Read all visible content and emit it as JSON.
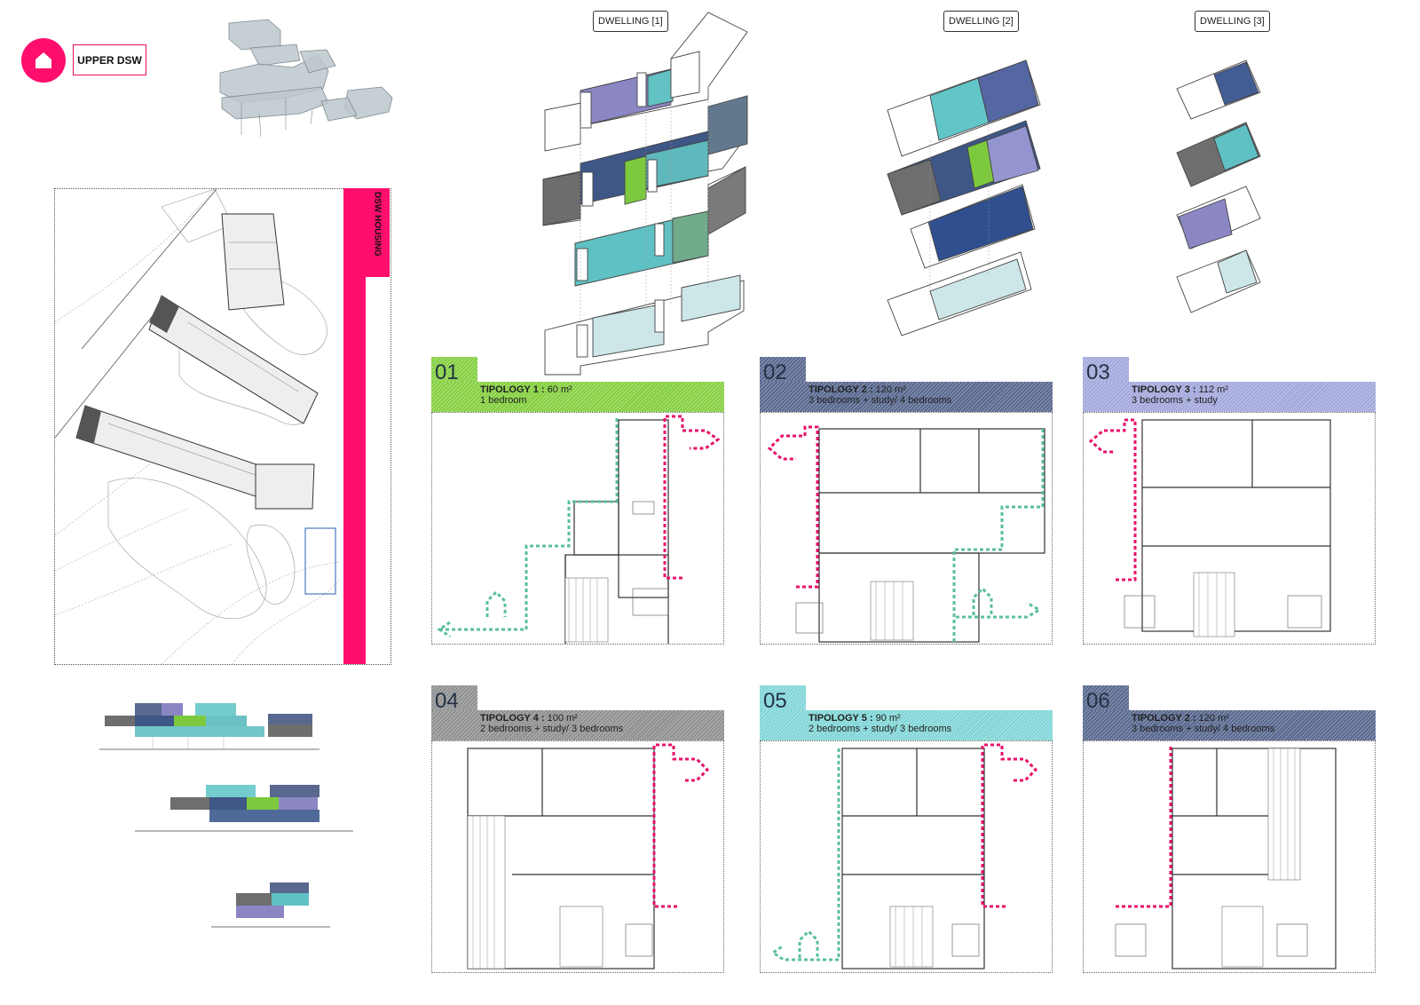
{
  "header": {
    "badge_icon": "home-icon",
    "title": "UPPER DSW"
  },
  "site": {
    "title": "DSW HOUSING"
  },
  "dwellings": [
    {
      "label": "DWELLING [1]"
    },
    {
      "label": "DWELLING [2]"
    },
    {
      "label": "DWELLING [3]"
    }
  ],
  "colors": {
    "accent_pink": "#ff0e6e",
    "tipology_1": "#83cf3d",
    "tipology_2": "#59688f",
    "tipology_3": "#a3a8dc",
    "tipology_4": "#8f9190",
    "tipology_5": "#7fd5d7",
    "route_pink": "#e8126a",
    "route_green": "#5bbf9a"
  },
  "tipologies": [
    {
      "num": "01",
      "name": "TIPOLOGY 1 :",
      "area": "60 m²",
      "desc": "1 bedroom"
    },
    {
      "num": "02",
      "name": "TIPOLOGY 2 :",
      "area": "120 m²",
      "desc": "3 bedrooms + study/ 4 bedrooms"
    },
    {
      "num": "03",
      "name": "TIPOLOGY 3 :",
      "area": "112 m²",
      "desc": "3 bedrooms + study"
    },
    {
      "num": "04",
      "name": "TIPOLOGY 4 :",
      "area": "100 m²",
      "desc": "2 bedrooms + study/ 3 bedrooms"
    },
    {
      "num": "05",
      "name": "TIPOLOGY 5 :",
      "area": "90 m²",
      "desc": "2 bedrooms + study/ 3 bedrooms"
    },
    {
      "num": "06",
      "name": "TIPOLOGY 2 :",
      "area": "120 m²",
      "desc": "3 bedrooms + study/ 4 bedrooms"
    }
  ]
}
